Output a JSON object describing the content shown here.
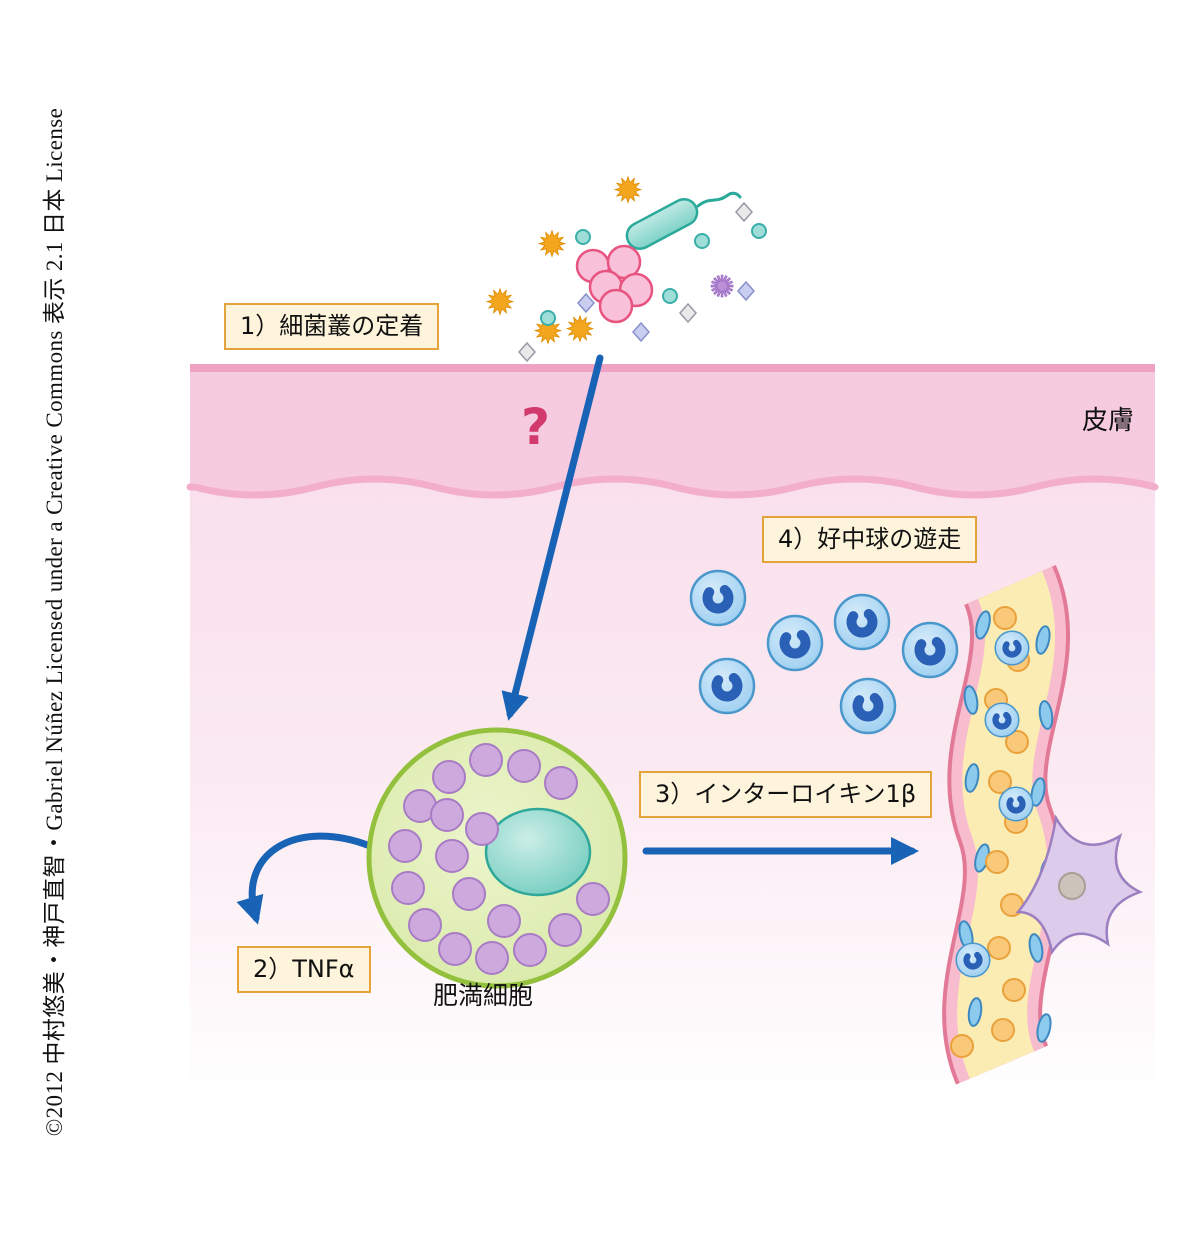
{
  "figure": {
    "copyright": "©2012 中村悠美・神戸直智・Gabriel Núñez Licensed under a Creative Commons 表示 2.1 日本 License",
    "labels": {
      "step1": "1）細菌叢の定着",
      "step2": "2）TNFα",
      "step3": "3）インターロイキン1β",
      "step4": "4）好中球の遊走",
      "skin": "皮膚",
      "mast_cell": "肥満細胞",
      "question": "?"
    },
    "icons": {
      "star_bacterium_glyph": "✹",
      "spiky_microbe_glyph": "✺"
    },
    "colors": {
      "arrow_blue": "#1863B5",
      "label_border": "#E5A33C",
      "label_bg": "#FDF4DB",
      "skin_pink": "#F6CBDF",
      "question_red": "#D23A6E"
    }
  }
}
